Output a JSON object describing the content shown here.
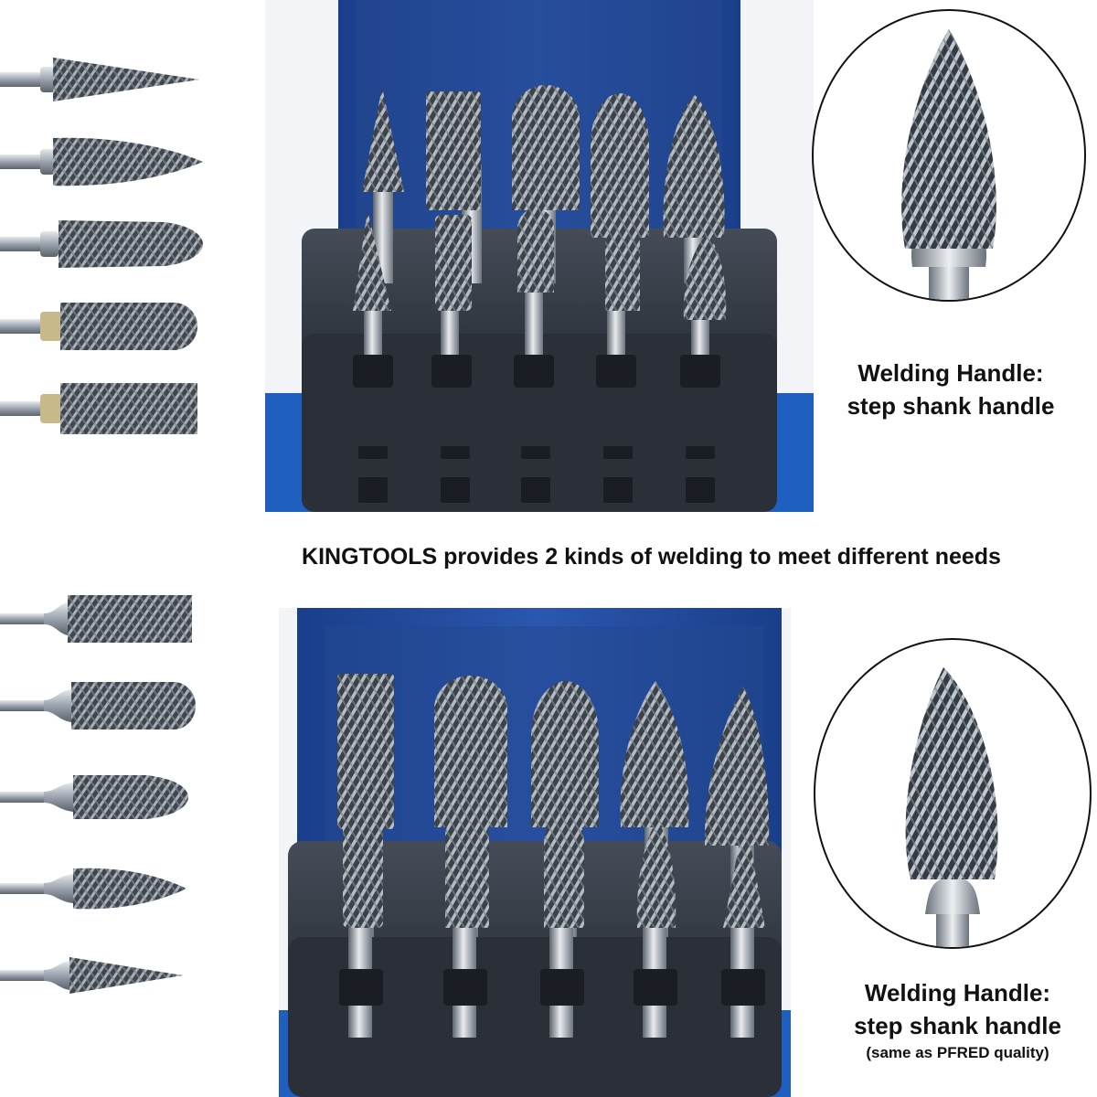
{
  "headline": "KINGTOOLS provides 2 kinds of welding to meet different needs",
  "top_caption": {
    "line1": "Welding Handle:",
    "line2": "step shank handle"
  },
  "bottom_caption": {
    "line1": "Welding Handle:",
    "line2": "step shank handle",
    "line3": "(same as PFRED quality)"
  },
  "colors": {
    "case_blue": "#1f5fbf",
    "case_dark": "#2e3440",
    "steel": "#9aa3ad",
    "text": "#111111"
  },
  "top_bur_shapes": [
    "pointed-cone",
    "flame",
    "oval",
    "ball-nose-cylinder",
    "cylinder"
  ],
  "bottom_bur_shapes": [
    "cylinder",
    "ball-nose-cylinder",
    "oval",
    "flame",
    "pointed-cone"
  ]
}
